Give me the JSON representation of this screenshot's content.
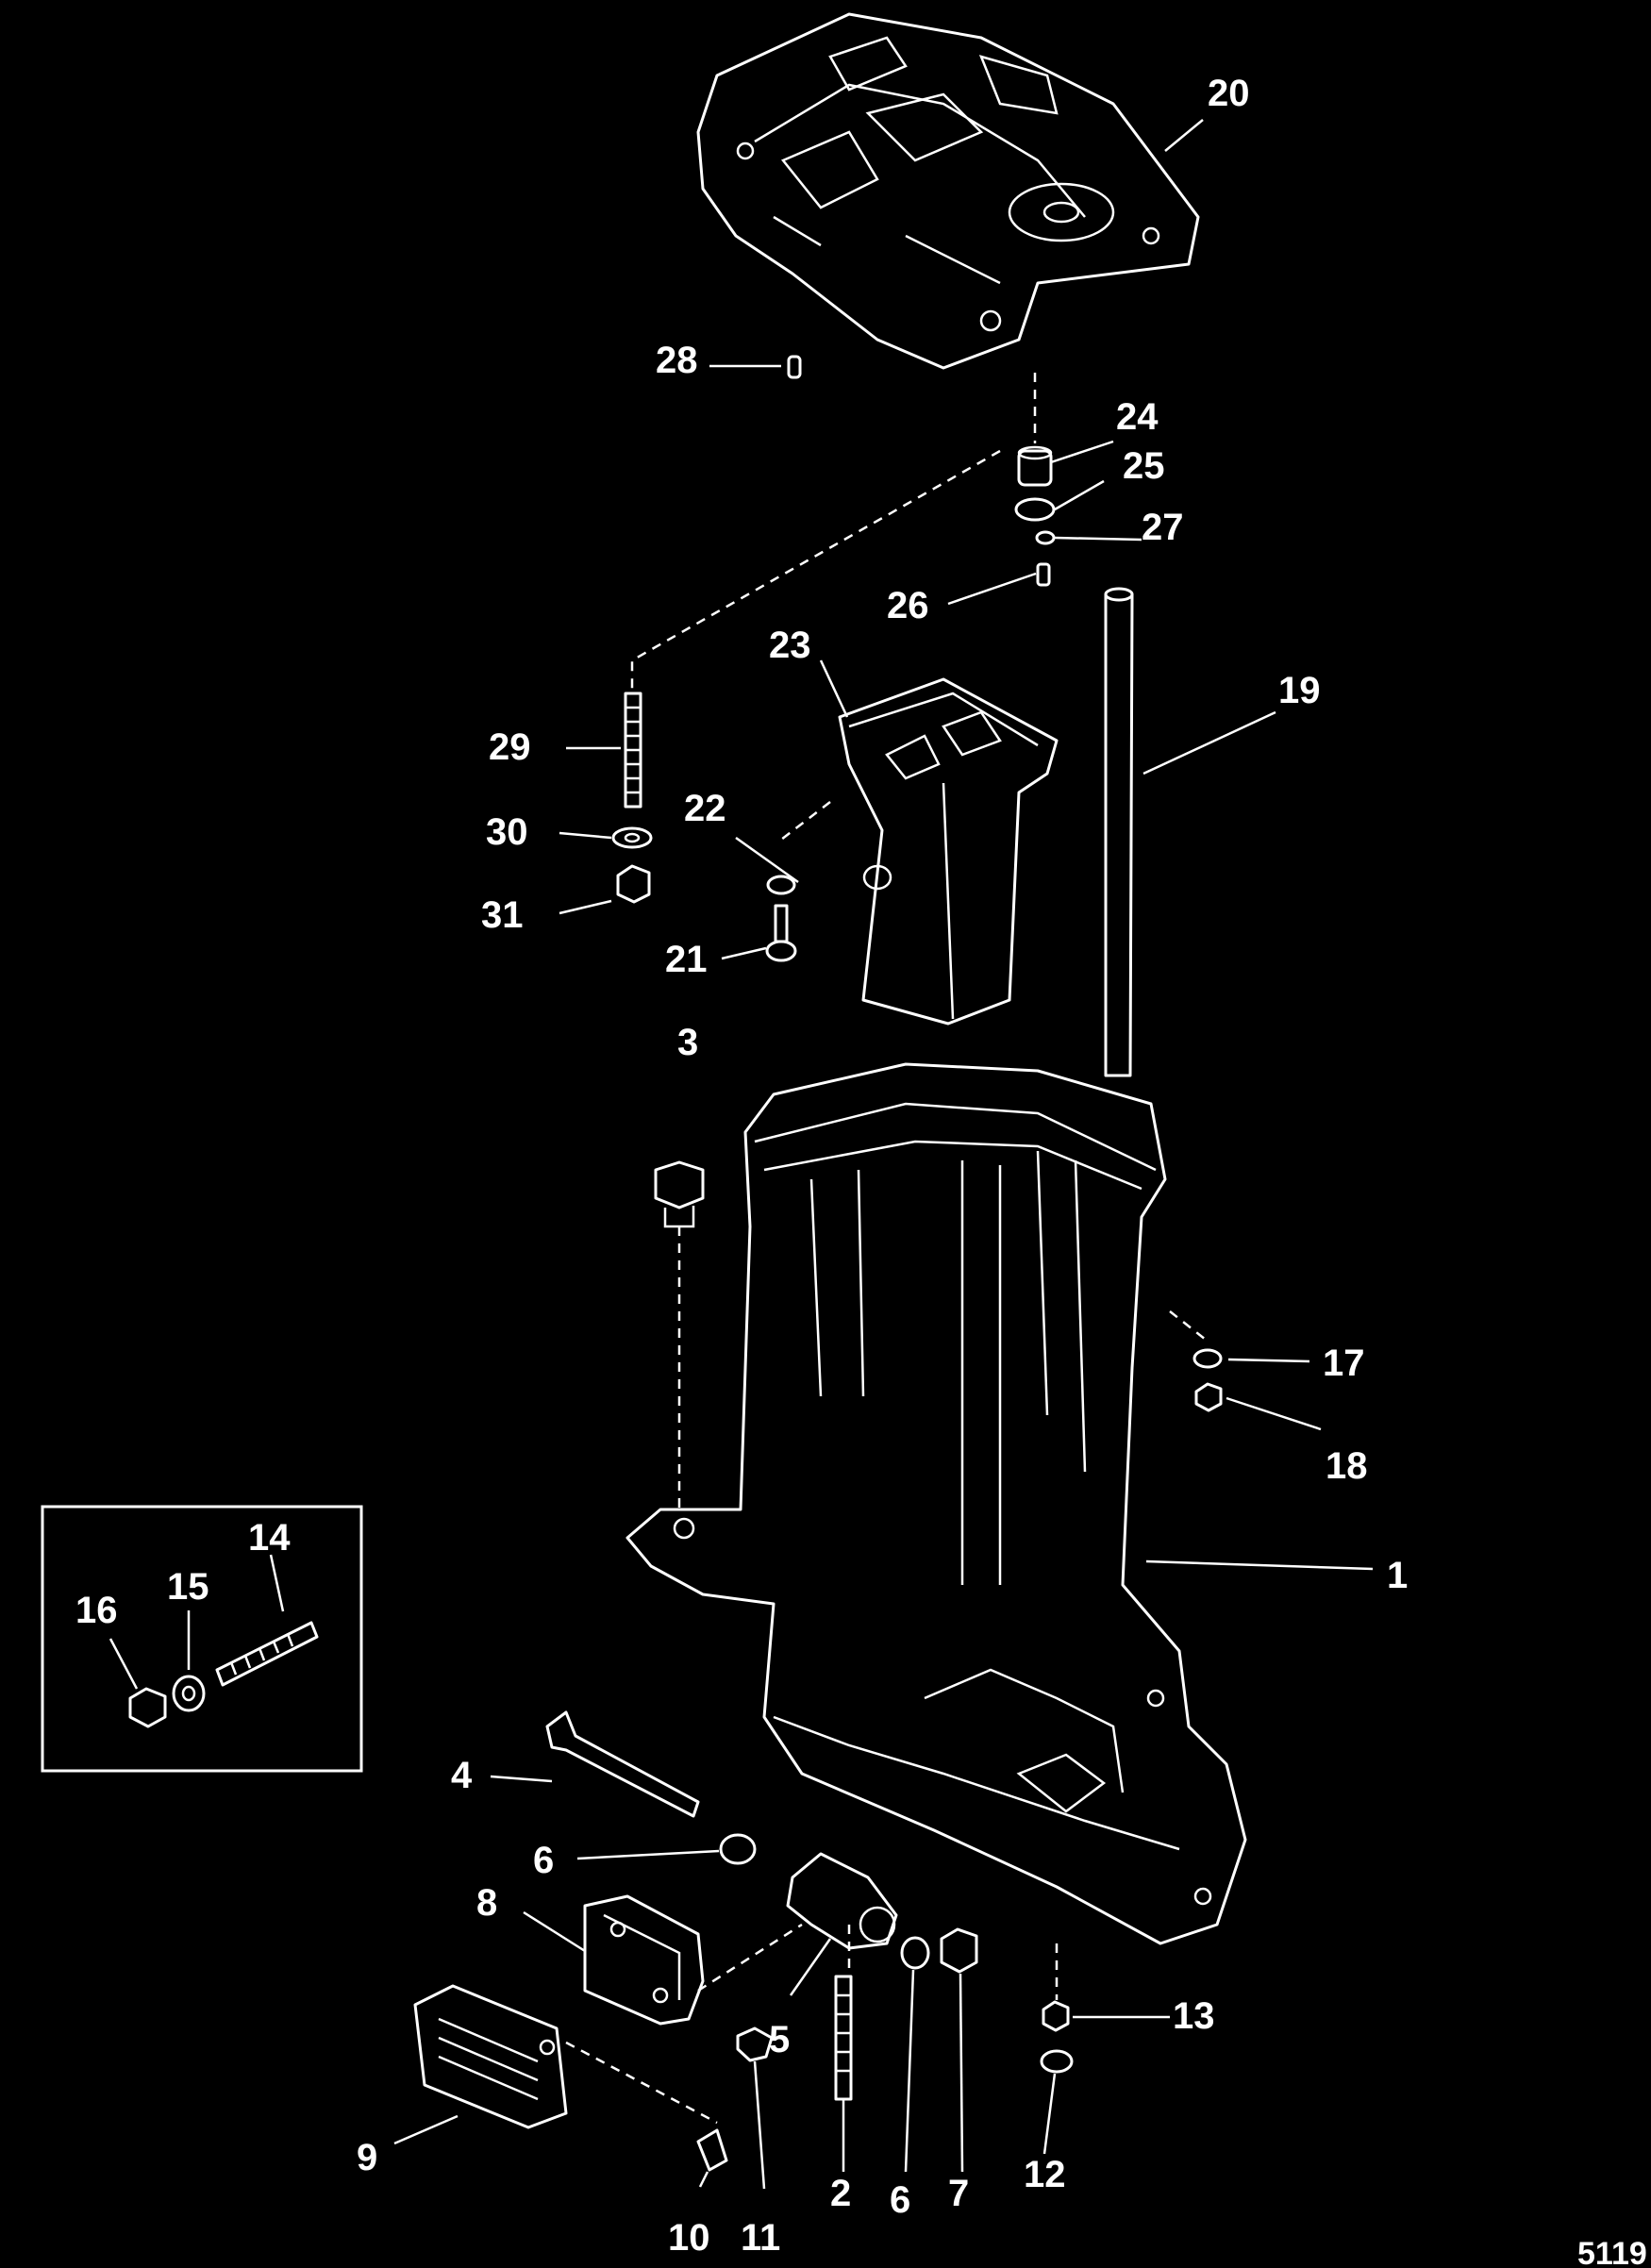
{
  "figure": {
    "reference_number": "5119",
    "background": "#000000",
    "foreground": "#ffffff"
  },
  "callouts": [
    {
      "id": "c1",
      "text": "1"
    },
    {
      "id": "c2",
      "text": "2"
    },
    {
      "id": "c3",
      "text": "3"
    },
    {
      "id": "c4",
      "text": "4"
    },
    {
      "id": "c5",
      "text": "5"
    },
    {
      "id": "c6a",
      "text": "6"
    },
    {
      "id": "c6b",
      "text": "6"
    },
    {
      "id": "c7",
      "text": "7"
    },
    {
      "id": "c8",
      "text": "8"
    },
    {
      "id": "c9",
      "text": "9"
    },
    {
      "id": "c10",
      "text": "10"
    },
    {
      "id": "c11",
      "text": "11"
    },
    {
      "id": "c12",
      "text": "12"
    },
    {
      "id": "c13",
      "text": "13"
    },
    {
      "id": "c14",
      "text": "14"
    },
    {
      "id": "c15",
      "text": "15"
    },
    {
      "id": "c16",
      "text": "16"
    },
    {
      "id": "c17",
      "text": "17"
    },
    {
      "id": "c18",
      "text": "18"
    },
    {
      "id": "c19",
      "text": "19"
    },
    {
      "id": "c20",
      "text": "20"
    },
    {
      "id": "c21",
      "text": "21"
    },
    {
      "id": "c22",
      "text": "22"
    },
    {
      "id": "c23",
      "text": "23"
    },
    {
      "id": "c24",
      "text": "24"
    },
    {
      "id": "c25",
      "text": "25"
    },
    {
      "id": "c26",
      "text": "26"
    },
    {
      "id": "c27",
      "text": "27"
    },
    {
      "id": "c28",
      "text": "28"
    },
    {
      "id": "c29",
      "text": "29"
    },
    {
      "id": "c30",
      "text": "30"
    },
    {
      "id": "c31",
      "text": "31"
    }
  ]
}
